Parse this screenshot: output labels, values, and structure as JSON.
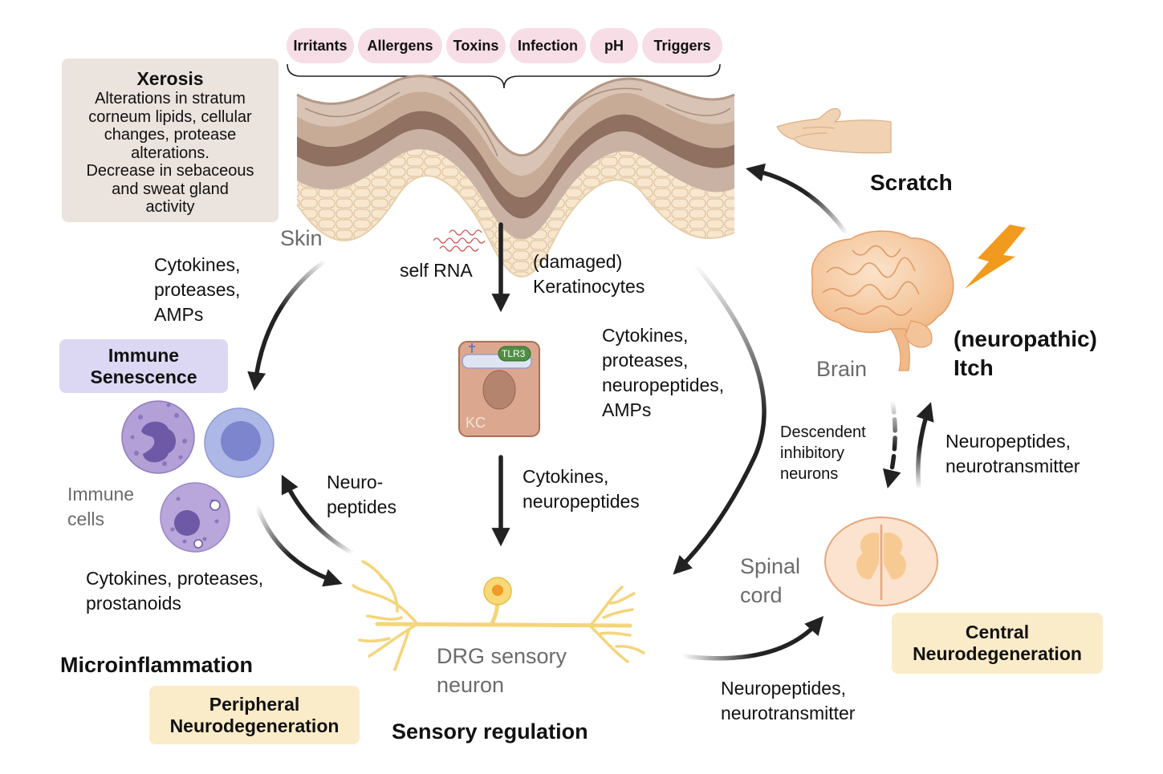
{
  "triggers": [
    "Irritants",
    "Allergens",
    "Toxins",
    "Infection",
    "pH",
    "Triggers"
  ],
  "xerosis": {
    "title": "Xerosis",
    "lines": [
      "Alterations in stratum",
      "corneum lipids, cellular",
      "changes, protease",
      "alterations.",
      "Decrease in sebaceous",
      "and sweat gland",
      "activity"
    ]
  },
  "immune_senescence": [
    "Immune",
    "Senescence"
  ],
  "peripheral_neurodegeneration": [
    "Peripheral",
    "Neurodegeneration"
  ],
  "central_neurodegeneration": [
    "Central",
    "Neurodegeneration"
  ],
  "labels": {
    "skin": "Skin",
    "skin_mediators": [
      "Cytokines,",
      "proteases,",
      "AMPs"
    ],
    "self_rna": "self RNA",
    "damaged_keratinocytes": [
      "(damaged)",
      "Keratinocytes"
    ],
    "keratinocyte_mediators": [
      "Cytokines,",
      "proteases,",
      "neuropeptides,",
      "AMPs"
    ],
    "tlr3": "TLR3",
    "kc": "KC",
    "kc_to_neuron": [
      "Cytokines,",
      "neuropeptides"
    ],
    "immune_cells": [
      "Immune",
      "cells"
    ],
    "neuropeptides": [
      "Neuro-",
      "peptides"
    ],
    "immune_to_neuron": [
      "Cytokines, proteases,",
      "prostanoids"
    ],
    "microinflammation": "Microinflammation",
    "drg_neuron": [
      "DRG sensory",
      "neuron"
    ],
    "sensory_regulation": "Sensory regulation",
    "neuron_to_spinal": [
      "Neuropeptides,",
      "neurotransmitter"
    ],
    "spinal_cord": [
      "Spinal",
      "cord"
    ],
    "descendent": [
      "Descendent",
      "inhibitory",
      "neurons"
    ],
    "spinal_to_brain": [
      "Neuropeptides,",
      "neurotransmitter"
    ],
    "brain": "Brain",
    "neuropathic_itch": [
      "(neuropathic)",
      "Itch"
    ],
    "scratch": "Scratch"
  },
  "colors": {
    "trigger_pill": "#f6dde6",
    "xerosis_box": "#ebe3de",
    "immune_senescence_box": "#dcd8f3",
    "neurodegeneration_box": "#fbecc9",
    "arrow": "#222222",
    "neuron": "#f5d57a",
    "keratinocyte": "#dba88f",
    "lightning": "#f29a1d"
  },
  "icons": [
    "scratching-hand-icon",
    "lightning-bolt-icon",
    "brain-icon",
    "spinal-cord-icon",
    "immune-cells-icon",
    "keratinocyte-cell-icon",
    "drg-sensory-neuron-icon",
    "self-rna-icon"
  ]
}
